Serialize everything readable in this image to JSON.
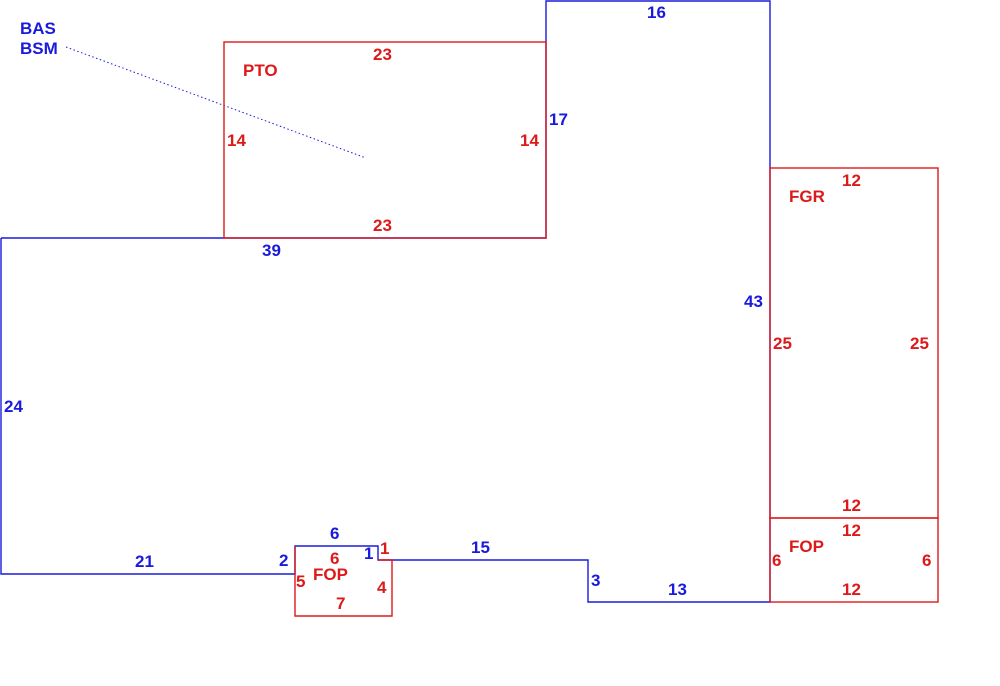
{
  "colors": {
    "base": "#1a1adc",
    "additions": "#dc1a1a",
    "background": "#ffffff"
  },
  "areas": {
    "bas": "BAS",
    "bsm": "BSM",
    "pto": "PTO",
    "fgr": "FGR",
    "fop_right": "FOP",
    "fop_left": "FOP"
  },
  "base_dimensions": {
    "top": "16",
    "pto_side": "17",
    "upper_left": "39",
    "right": "43",
    "left": "24",
    "bottom_left": "21",
    "step_down": "2",
    "porch_top": "6",
    "jog": "1",
    "bottom_mid": "15",
    "step": "3",
    "bottom_right": "13"
  },
  "pto_dimensions": {
    "top": "23",
    "left": "14",
    "right": "14",
    "bottom": "23"
  },
  "fgr_dimensions": {
    "top": "12",
    "left": "25",
    "right": "25",
    "bottom": "12"
  },
  "fop_right_dimensions": {
    "top": "12",
    "left": "6",
    "right": "6",
    "bottom": "12"
  },
  "fop_left_dimensions": {
    "top": "6",
    "jog": "1",
    "left": "5",
    "right": "4",
    "bottom": "7"
  }
}
